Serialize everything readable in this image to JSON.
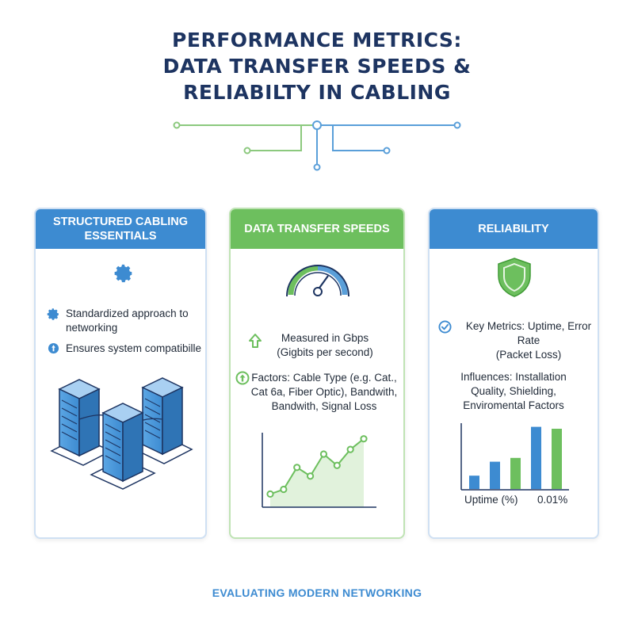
{
  "title": {
    "line1": "PERFORMANCE METRICS:",
    "line2": "DATA TRANSFER SPEEDS &",
    "line3": "RELIABILTY IN CABLING"
  },
  "cards": [
    {
      "header_line1": "STRUCTURED CABLING",
      "header_line2": "ESSENTIALS",
      "items": [
        {
          "icon": "gear-icon",
          "line1": "Standardized approach to",
          "line2": "networking"
        },
        {
          "icon": "compatibility-icon",
          "line1": "Ensures system compatibille"
        }
      ],
      "illustration": "server-racks-illustration"
    },
    {
      "header": "DATA TRANSFER SPEEDS",
      "items": [
        {
          "icon": "arrow-up-icon",
          "line1": "Measured in Gbps",
          "line2": "(Gigbits per second)"
        },
        {
          "icon": "circle-arrow-up-icon",
          "line1": "Factors: Cable Type (e.g. Cat.,",
          "line2": "Cat 6a, Fiber Optic), Bandwith,",
          "line3": "Bandwith, Signal Loss"
        }
      ],
      "illustration": "speedometer-icon"
    },
    {
      "header": "RELIABILITY",
      "items": [
        {
          "icon": "check-circle-icon",
          "line1": "Key Metrics: Uptime, Error Rate",
          "line2": "(Packet Loss)"
        },
        {
          "line1": "Influences: Installation",
          "line2": "Quality, Shielding,",
          "line3": "Enviromental Factors"
        }
      ],
      "illustration": "shield-icon"
    }
  ],
  "chart_data": [
    {
      "type": "line",
      "x": [
        1,
        2,
        3,
        4,
        5,
        6,
        7,
        8
      ],
      "series": [
        {
          "values": [
            0.15,
            0.22,
            0.55,
            0.42,
            0.75,
            0.58,
            0.82,
            0.98
          ]
        }
      ],
      "title": "",
      "xlabel": "",
      "ylabel": "",
      "fill": true,
      "color": "#6dbf5e"
    },
    {
      "type": "bar",
      "bar_colors": [
        "#3d8bd1",
        "#3d8bd1",
        "#6dbf5e",
        "#3d8bd1",
        "#6dbf5e"
      ],
      "values": [
        0.21,
        0.43,
        0.49,
        0.98,
        0.95
      ],
      "tick_labels": [
        "Uptime (%)",
        "0.01%"
      ],
      "title": ""
    }
  ],
  "footer": "EVALUATING MODERN NETWORKING",
  "colors": {
    "navy": "#1d3461",
    "blue": "#3d8bd1",
    "green": "#6dbf5e",
    "light_blue": "#cfe0f3",
    "light_green": "#bfe3b4"
  }
}
